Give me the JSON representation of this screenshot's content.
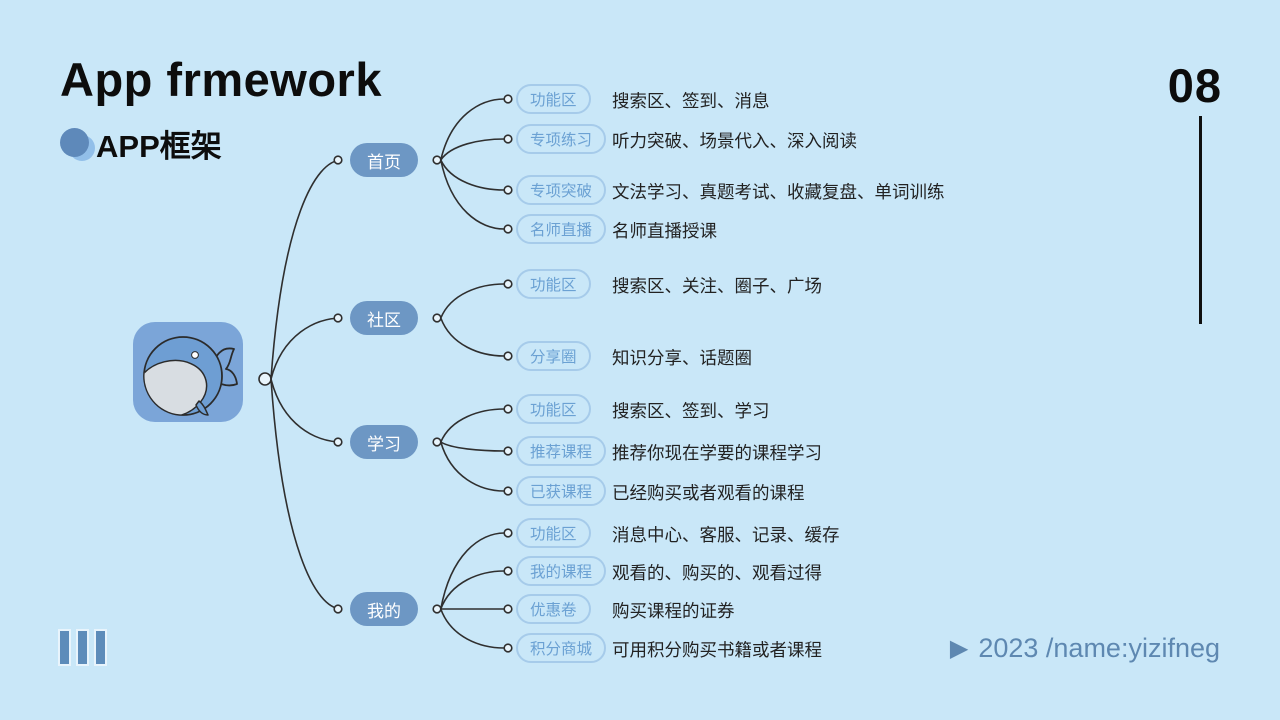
{
  "header": {
    "title": "App frmework",
    "subtitle": "APP框架",
    "page_number": "08"
  },
  "footer": {
    "arrow": "▶",
    "credit": "2023 /name:yizifneg"
  },
  "mindmap": {
    "root_icon": "whale-app-icon",
    "branches": [
      {
        "label": "首页",
        "children": [
          {
            "label": "功能区",
            "desc": "搜索区、签到、消息"
          },
          {
            "label": "专项练习",
            "desc": "听力突破、场景代入、深入阅读"
          },
          {
            "label": "专项突破",
            "desc": "文法学习、真题考试、收藏复盘、单词训练"
          },
          {
            "label": "名师直播",
            "desc": "名师直播授课"
          }
        ]
      },
      {
        "label": "社区",
        "children": [
          {
            "label": "功能区",
            "desc": "搜索区、关注、圈子、广场"
          },
          {
            "label": "分享圈",
            "desc": "知识分享、话题圈"
          }
        ]
      },
      {
        "label": "学习",
        "children": [
          {
            "label": "功能区",
            "desc": "搜索区、签到、学习"
          },
          {
            "label": "推荐课程",
            "desc": "推荐你现在学要的课程学习"
          },
          {
            "label": "已获课程",
            "desc": "已经购买或者观看的课程"
          }
        ]
      },
      {
        "label": "我的",
        "children": [
          {
            "label": "功能区",
            "desc": "消息中心、客服、记录、缓存"
          },
          {
            "label": "我的课程",
            "desc": "观看的、购买的、观看过得"
          },
          {
            "label": "优惠卷",
            "desc": "购买课程的证券"
          },
          {
            "label": "积分商城",
            "desc": "可用积分购买书籍或者课程"
          }
        ]
      }
    ]
  },
  "colors": {
    "background": "#c9e7f8",
    "branch_fill": "#6d97c4",
    "branch_text": "#ffffff",
    "child_border": "#a6cbea",
    "child_text": "#6ba1d3",
    "line": "#2f2f2f",
    "accent": "#5e88b1"
  }
}
